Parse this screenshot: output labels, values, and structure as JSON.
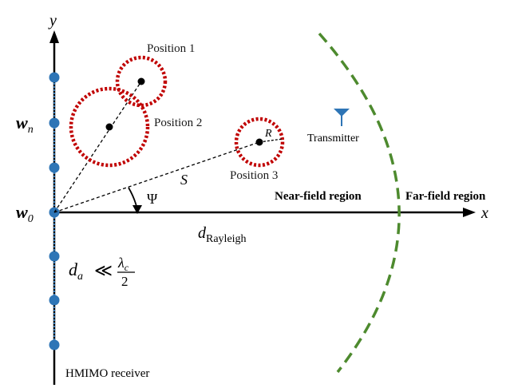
{
  "axes": {
    "x_label": "x",
    "y_label": "y"
  },
  "antenna": {
    "w0_label": "w",
    "w0_sub": "0",
    "wn_label": "w",
    "wn_sub": "n",
    "receiver_label": "HMIMO receiver",
    "spacing_d": "d",
    "spacing_d_sub": "a",
    "spacing_relation": "≪",
    "spacing_lambda": "λ",
    "spacing_lambda_sub": "c",
    "spacing_denominator": "2"
  },
  "positions": {
    "p1": "Position 1",
    "p2": "Position 2",
    "p3": "Position 3",
    "radius": "R",
    "distance": "S",
    "angle": "Ψ"
  },
  "transmitter": {
    "label": "Transmitter"
  },
  "regions": {
    "near": "Near-field region",
    "far": "Far-field region",
    "rayleigh_d": "d",
    "rayleigh_sub": "Rayleigh"
  },
  "colors": {
    "axis": "#000000",
    "element_fill": "#2e75b6",
    "array_line": "#2e75b6",
    "position_circle": "#c00000",
    "boundary": "#4d8a2e",
    "transmitter": "#2e75b6"
  }
}
